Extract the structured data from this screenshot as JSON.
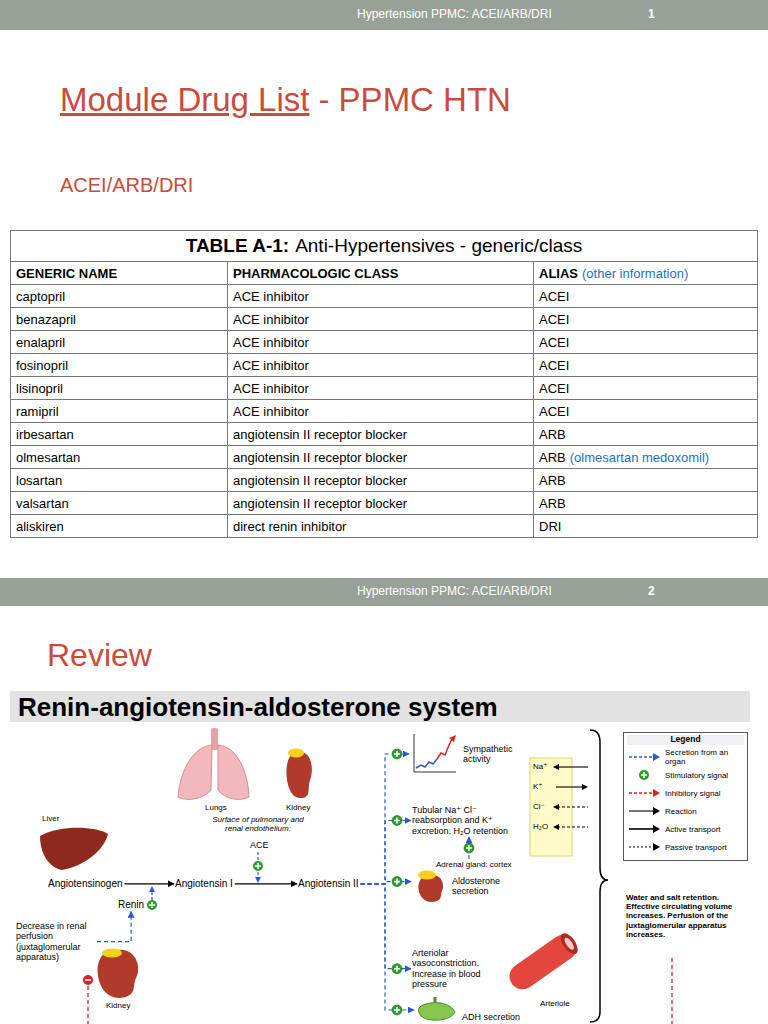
{
  "diagram": {
    "title": "Renin-angiotensin-aldosterone system",
    "nodes": [
      {
        "text": [
          "Angiotensinogen"
        ]
      },
      {
        "text": [
          "Angiotensin I"
        ]
      },
      {
        "text": [
          "Angiotensin II"
        ]
      },
      {
        "text": [
          "Renin"
        ]
      },
      {
        "text": [
          "Decrease in renal perfusion (juxtaglomerular apparatus)"
        ]
      },
      {
        "text": [
          "Sympathetic activity"
        ]
      },
      {
        "text": [
          "Tubular Na⁺ Cl⁻ reabsorption and K⁺ excretion. H₂O retention"
        ]
      },
      {
        "text": [
          "Adrenal gland: cortex",
          "Aldosterone secretion"
        ]
      },
      {
        "text": [
          "Arteriolar vasoconstriction. Increase in blood pressure"
        ]
      },
      {
        "text": [
          "ADH secretion"
        ]
      },
      {
        "text": [
          "Water and salt retention. Effective circulating volume increases. Perfusion of the juxtaglomerular apparatus increases."
        ]
      }
    ],
    "edges": [
      {
        "from": 0,
        "to": 1,
        "arrow": "to"
      },
      {
        "from": 1,
        "to": 2,
        "arrow": "to"
      },
      {
        "from": 2,
        "to": 5,
        "arrow": "to"
      },
      {
        "from": 2,
        "to": 6,
        "arrow": "to"
      },
      {
        "from": 2,
        "to": 7,
        "arrow": "to"
      },
      {
        "from": 2,
        "to": 8,
        "arrow": "to"
      },
      {
        "from": 2,
        "to": 9,
        "arrow": "to"
      },
      {
        "from": 4,
        "to": 3,
        "arrow": "to"
      },
      {
        "from": 7,
        "to": 6,
        "arrow": "to"
      }
    ],
    "labels": [
      "Hypertension PPMC: ACEI/ARB/DRI",
      "1",
      "Module Drug List",
      "- PPMC HTN",
      "ACEI/ARB/DRI",
      "TABLE A-1:",
      "Anti-Hypertensives - generic/class",
      "GENERIC NAME",
      "PHARMACOLOGIC CLASS",
      "ALIAS",
      "(other information)",
      "captopril",
      "ACE inhibitor",
      "ACEI",
      "benazapril",
      "ACE inhibitor",
      "ACEI",
      "enalapril",
      "ACE inhibitor",
      "ACEI",
      "fosinopril",
      "ACE inhibitor",
      "ACEI",
      "lisinopril",
      "ACE inhibitor",
      "ACEI",
      "ramipril",
      "ACE inhibitor",
      "ACEI",
      "irbesartan",
      "angiotensin II receptor blocker",
      "ARB",
      "olmesartan",
      "angiotensin II receptor blocker",
      "ARB",
      "(olmesartan medoxomil)",
      "losartan",
      "angiotensin II receptor blocker",
      "ARB",
      "valsartan",
      "angiotensin II receptor blocker",
      "ARB",
      "aliskiren",
      "direct renin inhibitor",
      "DRI",
      "Hypertension PPMC: ACEI/ARB/DRI",
      "2",
      "Review",
      "Lungs",
      "Kidney",
      "Surface of pulmonary and renal endothelium:",
      "ACE",
      "Liver",
      "Kidney",
      "Arteriole",
      "Na⁺",
      "K⁺",
      "Cl⁻",
      "H₂O",
      "Legend"
    ],
    "legend": [
      {
        "text": "Secretion from an organ"
      },
      {
        "text": "Stimulatory signal"
      },
      {
        "text": "Inhibitory signal"
      },
      {
        "text": "Reaction"
      },
      {
        "text": "Active transport"
      },
      {
        "text": "Passive transport"
      }
    ]
  }
}
